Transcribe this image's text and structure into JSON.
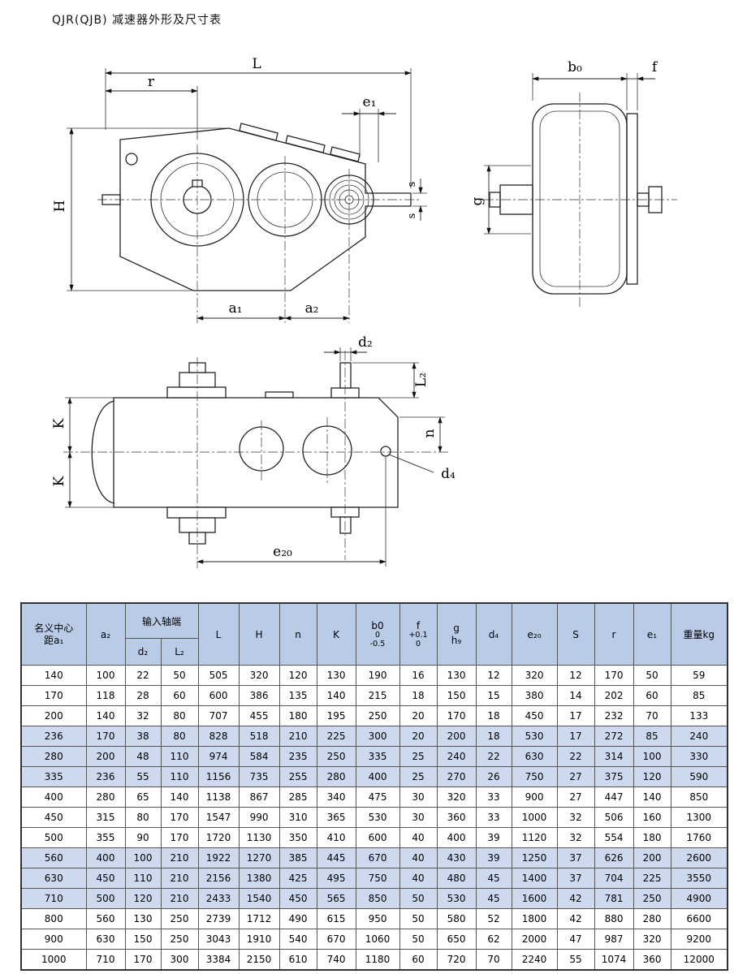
{
  "page": {
    "title": "QJR(QJB) 减速器外形及尺寸表"
  },
  "drawings": {
    "side_view": {
      "L": "L",
      "r": "r",
      "H": "H",
      "e1": "e₁",
      "s_upper": "s",
      "s_lower": "s",
      "a1": "a₁",
      "a2": "a₂"
    },
    "end_view": {
      "b0": "b₀",
      "f": "f",
      "g": "g"
    },
    "top_view": {
      "d2": "d₂",
      "L2": "L₂",
      "K_upper": "K",
      "K_lower": "K",
      "n": "n",
      "d4": "d₄",
      "e20": "e₂₀"
    }
  },
  "table": {
    "header": {
      "a1_line1": "名义中心",
      "a1_line2": "距a₁",
      "a2": "a₂",
      "input_shaft_group": "输入轴端",
      "d2": "d₂",
      "L2": "L₂",
      "L": "L",
      "H": "H",
      "n": "n",
      "K": "K",
      "b0_line1": "b0",
      "b0_line2": "0",
      "b0_line3": "-0.5",
      "f_line1": "f",
      "f_line2": "+0.1",
      "f_line3": "0",
      "g_line1": "g",
      "g_line2": "h₉",
      "d4": "d₄",
      "e20": "e₂₀",
      "S": "S",
      "r": "r",
      "e1": "e₁",
      "weight": "重量kg"
    },
    "rows": [
      [
        140,
        100,
        22,
        50,
        505,
        320,
        120,
        130,
        190,
        16,
        130,
        12,
        320,
        12,
        170,
        50,
        59
      ],
      [
        170,
        118,
        28,
        60,
        600,
        386,
        135,
        140,
        215,
        18,
        150,
        15,
        380,
        14,
        202,
        60,
        85
      ],
      [
        200,
        140,
        32,
        80,
        707,
        455,
        180,
        195,
        250,
        20,
        170,
        18,
        450,
        17,
        232,
        70,
        133
      ],
      [
        236,
        170,
        38,
        80,
        828,
        518,
        210,
        225,
        300,
        20,
        200,
        18,
        530,
        17,
        272,
        85,
        240
      ],
      [
        280,
        200,
        48,
        110,
        974,
        584,
        235,
        250,
        335,
        25,
        240,
        22,
        630,
        22,
        314,
        100,
        330
      ],
      [
        335,
        236,
        55,
        110,
        1156,
        735,
        255,
        280,
        400,
        25,
        270,
        26,
        750,
        27,
        375,
        120,
        590
      ],
      [
        400,
        280,
        65,
        140,
        1138,
        867,
        285,
        340,
        475,
        30,
        320,
        33,
        900,
        27,
        447,
        140,
        850
      ],
      [
        450,
        315,
        80,
        170,
        1547,
        990,
        310,
        365,
        530,
        30,
        360,
        33,
        1000,
        32,
        506,
        160,
        1300
      ],
      [
        500,
        355,
        90,
        170,
        1720,
        1130,
        350,
        410,
        600,
        40,
        400,
        39,
        1120,
        32,
        554,
        180,
        1760
      ],
      [
        560,
        400,
        100,
        210,
        1922,
        1270,
        385,
        445,
        670,
        40,
        430,
        39,
        1250,
        37,
        626,
        200,
        2600
      ],
      [
        630,
        450,
        110,
        210,
        2156,
        1380,
        425,
        495,
        750,
        40,
        480,
        45,
        1400,
        37,
        704,
        225,
        3550
      ],
      [
        710,
        500,
        120,
        210,
        2433,
        1540,
        450,
        565,
        850,
        50,
        530,
        45,
        1600,
        42,
        781,
        250,
        4900
      ],
      [
        800,
        560,
        130,
        250,
        2739,
        1712,
        490,
        615,
        950,
        50,
        580,
        52,
        1800,
        42,
        880,
        280,
        6600
      ],
      [
        900,
        630,
        150,
        250,
        3043,
        1910,
        540,
        670,
        1060,
        50,
        650,
        62,
        2000,
        47,
        987,
        320,
        9200
      ],
      [
        1000,
        710,
        170,
        300,
        3384,
        2150,
        610,
        740,
        1180,
        60,
        720,
        70,
        2240,
        55,
        1074,
        360,
        12000
      ]
    ]
  }
}
